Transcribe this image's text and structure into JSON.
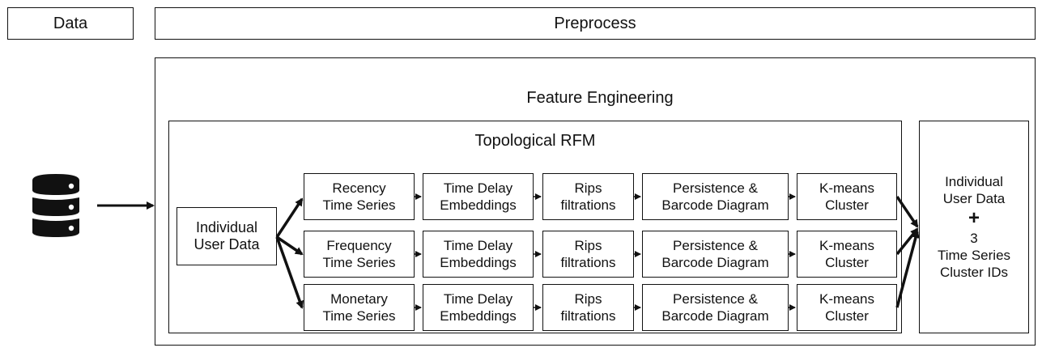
{
  "header": {
    "data": "Data",
    "preprocess": "Preprocess"
  },
  "feature_engineering": {
    "title": "Feature Engineering"
  },
  "topological_rfm": {
    "title": "Topological RFM",
    "input": [
      "Individual",
      "User Data"
    ],
    "rows": [
      {
        "series": [
          "Recency",
          "Time Series"
        ],
        "embed": [
          "Time Delay",
          "Embeddings"
        ],
        "rips": [
          "Rips",
          "filtrations"
        ],
        "persist": [
          "Persistence &",
          "Barcode Diagram"
        ],
        "cluster": [
          "K-means",
          "Cluster"
        ]
      },
      {
        "series": [
          "Frequency",
          "Time Series"
        ],
        "embed": [
          "Time Delay",
          "Embeddings"
        ],
        "rips": [
          "Rips",
          "filtrations"
        ],
        "persist": [
          "Persistence &",
          "Barcode Diagram"
        ],
        "cluster": [
          "K-means",
          "Cluster"
        ]
      },
      {
        "series": [
          "Monetary",
          "Time Series"
        ],
        "embed": [
          "Time Delay",
          "Embeddings"
        ],
        "rips": [
          "Rips",
          "filtrations"
        ],
        "persist": [
          "Persistence &",
          "Barcode Diagram"
        ],
        "cluster": [
          "K-means",
          "Cluster"
        ]
      }
    ]
  },
  "output": {
    "lines": [
      "Individual",
      "User Data",
      "+",
      "3",
      "Time Series",
      "Cluster IDs"
    ]
  }
}
